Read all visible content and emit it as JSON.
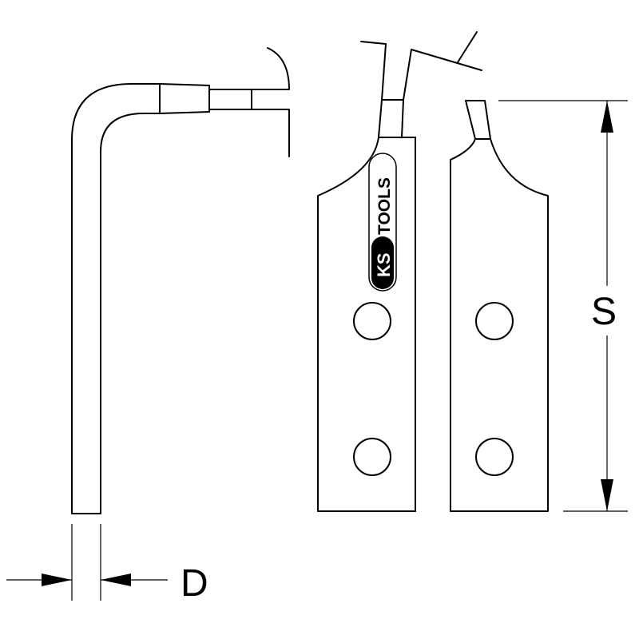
{
  "dimensions": {
    "s_label": "S",
    "d_label": "D"
  },
  "logo": {
    "brand_left": "KS",
    "brand_right": "TOOLS"
  },
  "colors": {
    "line": "#000000",
    "background": "#ffffff",
    "logo_fill": "#000000"
  }
}
